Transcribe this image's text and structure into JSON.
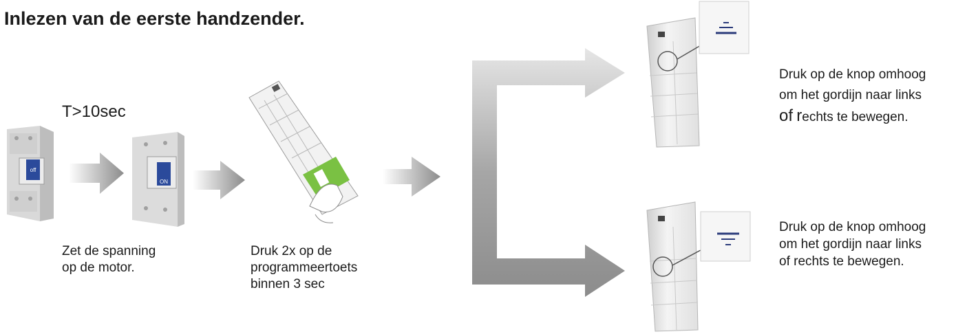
{
  "title": "Inlezen van de eerste handzender.",
  "timer": "T>10sec",
  "switch_off_label": "off",
  "switch_on_label": "ON",
  "caption_power": [
    "Zet de spanning",
    "op de motor."
  ],
  "caption_program": [
    "Druk 2x op de",
    "programmeertoets",
    "binnen 3 sec"
  ],
  "caption_up": {
    "line1": "Druk op de knop omhoog",
    "line2": "om het gordijn naar links",
    "line3_big1": "of",
    "line3_big2": "r",
    "line3_rest": "echts te bewegen."
  },
  "caption_down": [
    "Druk op de knop omhoog",
    "om het gordijn naar links",
    "of rechts te bewegen."
  ],
  "colors": {
    "arrow": "#8c8c8c",
    "highlight_green": "#7ac143",
    "switch_blue": "#2b4a9b",
    "icon_navy": "#2a3a7a"
  }
}
